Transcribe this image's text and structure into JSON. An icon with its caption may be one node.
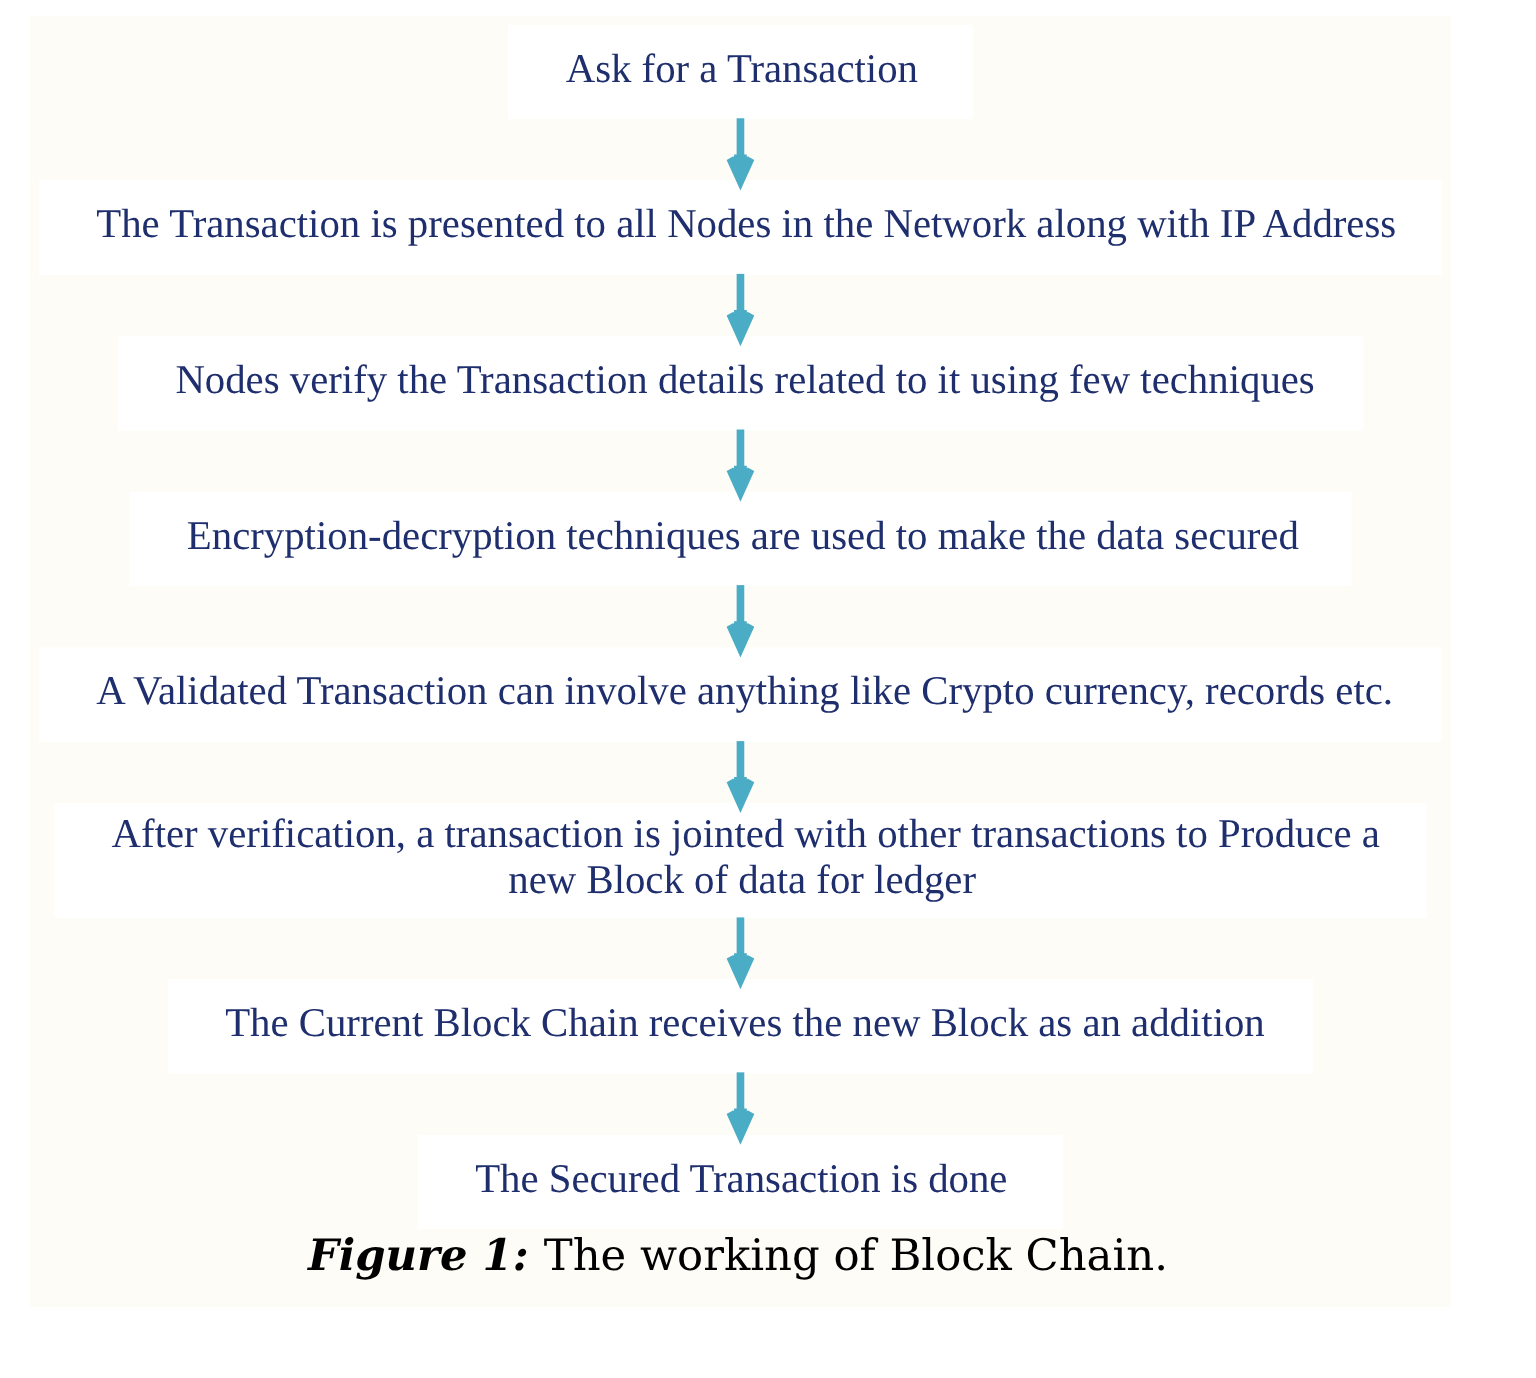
{
  "diagram": {
    "caption": "Figure 1: The working of Block Chain.",
    "nodes": [
      {
        "text": [
          "Ask for a Transaction"
        ]
      },
      {
        "text": [
          "The Transaction is presented to all Nodes in the Network along with IP Address"
        ]
      },
      {
        "text": [
          "Nodes verify the Transaction details related to it using few techniques"
        ]
      },
      {
        "text": [
          "Encryption-decryption techniques are used to make the data secured"
        ]
      },
      {
        "text": [
          "A Validated Transaction can involve anything like Crypto currency, records etc."
        ]
      },
      {
        "text": [
          "After verification, a transaction is jointed with other transactions to Produce a new Block of data for ledger"
        ]
      },
      {
        "text": [
          "The Current Block Chain receives the new Block as an addition"
        ]
      },
      {
        "text": [
          "The Secured Transaction is done"
        ]
      }
    ],
    "edges": [
      {
        "from": 0,
        "to": 1,
        "arrow": "to"
      },
      {
        "from": 1,
        "to": 2,
        "arrow": "to"
      },
      {
        "from": 2,
        "to": 3,
        "arrow": "to"
      },
      {
        "from": 3,
        "to": 4,
        "arrow": "to"
      },
      {
        "from": 4,
        "to": 5,
        "arrow": "to"
      },
      {
        "from": 5,
        "to": 6,
        "arrow": "to"
      },
      {
        "from": 6,
        "to": 7,
        "arrow": "to"
      }
    ]
  }
}
